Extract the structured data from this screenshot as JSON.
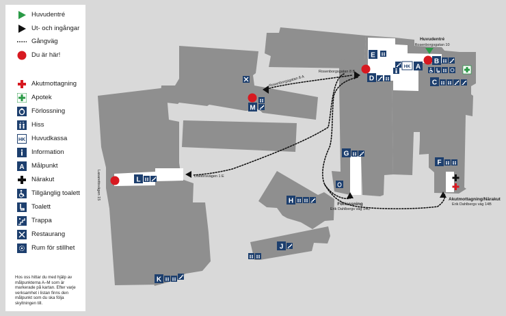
{
  "legend": {
    "items": [
      {
        "icon": "triangle-green-icon",
        "label": "Huvudentré"
      },
      {
        "icon": "triangle-black-icon",
        "label": "Ut- och ingångar"
      },
      {
        "icon": "dotted-line-icon",
        "label": "Gångväg"
      },
      {
        "icon": "red-dot-icon",
        "label": "Du är här!"
      },
      {
        "icon": "red-cross-icon",
        "label": "Akutmottagning"
      },
      {
        "icon": "pharmacy-cross-icon",
        "label": "Apotek"
      },
      {
        "icon": "maternity-icon",
        "label": "Förlossning"
      },
      {
        "icon": "elevator-icon",
        "label": "Hiss"
      },
      {
        "icon": "hk-icon",
        "label": "Huvudkassa"
      },
      {
        "icon": "information-icon",
        "label": "Information"
      },
      {
        "icon": "letter-a-icon",
        "label": "Målpunkt"
      },
      {
        "icon": "black-cross-icon",
        "label": "Närakut"
      },
      {
        "icon": "accessible-toilet-icon",
        "label": "Tillgänglig toalett"
      },
      {
        "icon": "toilet-icon",
        "label": "Toalett"
      },
      {
        "icon": "stairs-icon",
        "label": "Trappa"
      },
      {
        "icon": "restaurant-icon",
        "label": "Restaurang"
      },
      {
        "icon": "quiet-room-icon",
        "label": "Rum för stillhet"
      }
    ],
    "note": "Hos oss hittar du med hjälp av målpunkterna A–M som är markerade på kartan. Efter varje verksamhet i listan finns den målpunkt som du ska följa skyltningen till."
  },
  "map": {
    "main_entrance_title": "Huvudentré",
    "main_entrance_street": "Rosenborgsgatan 10",
    "street_8a": "Rosenborgsgatan 8 A",
    "street_8b": "Rosenborgsgatan 8 B",
    "doktorsvagen": "Doktorsvägen 1 E",
    "lasarettsvagen": "Lasarettsvägen 15",
    "forlossning_title": "Förlossning",
    "forlossning_street": "Erik Dahlbergs väg 14C",
    "akut_title": "Akutmottagning/Närakut",
    "akut_street": "Erik Dahlbergs väg 14B",
    "hk": "HK",
    "points": [
      "A",
      "B",
      "C",
      "D",
      "E",
      "F",
      "G",
      "H",
      "J",
      "K",
      "L",
      "M"
    ]
  },
  "colors": {
    "building": "#8f8f8f",
    "navy": "#1d3f6e",
    "red": "#d71920",
    "green": "#2a9a46",
    "background": "#d9d9d9"
  }
}
